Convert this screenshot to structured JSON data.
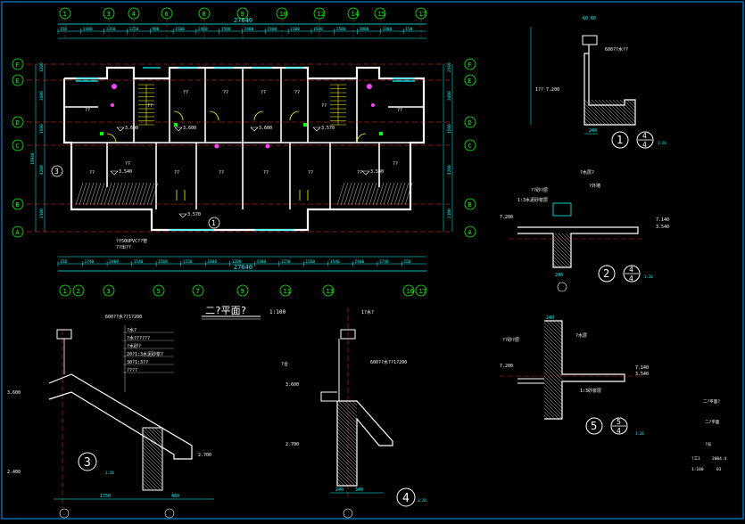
{
  "plan": {
    "overall_dim": "27640",
    "axes_top": [
      "1",
      "3",
      "4",
      "6",
      "8",
      "9",
      "10",
      "12",
      "14",
      "15",
      "17"
    ],
    "axes_bottom": [
      "1",
      "2",
      "3",
      "5",
      "7",
      "9",
      "11",
      "13",
      "16",
      "17"
    ],
    "axes_side": [
      "F",
      "E",
      "D",
      "C",
      "B",
      "A"
    ],
    "dims_top": [
      "150",
      "2300",
      "1350",
      "1250",
      "900",
      "1500",
      "2400",
      "1500",
      "2400",
      "2300",
      "2100",
      "1500",
      "2500",
      "2000",
      "3300",
      "150"
    ],
    "dims_bottom": [
      "150",
      "1740",
      "2400",
      "1540",
      "1560",
      "1150",
      "3300",
      "1200",
      "3300",
      "1150",
      "1560",
      "1540",
      "2400",
      "1740",
      "150"
    ],
    "side_dims_left": [
      "1200",
      "3400",
      "1500",
      "4200",
      "2100",
      "15940"
    ],
    "side_dims_right": [
      "2500",
      "3400",
      "1500",
      "4200",
      "2100"
    ],
    "room_labels": [
      "??",
      "??",
      "??",
      "??",
      "??",
      "??",
      "??",
      "??",
      "??",
      "??",
      "??",
      "??",
      "??",
      "??",
      "??",
      "??"
    ],
    "elevations": [
      "3.600",
      "3.570",
      "3.540",
      "3.540",
      "3.570",
      "3.600",
      "3.600"
    ],
    "title": "二?平面?",
    "scale": "1:100",
    "note_pvc": "?f50UPVC??管",
    "note_out": "??出??"
  },
  "details": {
    "d1": {
      "num": "1",
      "frac_top": "4",
      "frac_bot": "4",
      "scale": "1:20",
      "labels": [
        "60 60",
        "??",
        "600??水??",
        "1?? 7.200",
        "?? 7.200",
        "240"
      ]
    },
    "d2": {
      "num": "2",
      "frac_top": "4",
      "frac_bot": "4",
      "scale": "1:20",
      "labels": [
        "??砂?层",
        "?水层?",
        "1:3水泥砂浆层",
        "?外墙",
        "7.200",
        "7.140",
        "3.540",
        "240"
      ]
    },
    "d3": {
      "num": "3",
      "scale": "1:20",
      "labels": [
        "600??水??1?200",
        "?水?",
        "?水??????",
        "?水砂?",
        "20?1:3水泥砂浆?",
        "30?1:3??",
        "????",
        "3.600",
        "2.700",
        "2.400",
        "1750",
        "460"
      ]
    },
    "d4": {
      "num": "4",
      "scale": "1:20",
      "labels": [
        "1?水?",
        "?合",
        "600??水??1?200",
        "3.600",
        "2.700",
        "340",
        "240"
      ]
    },
    "d5": {
      "num": "5",
      "frac_top": "5",
      "frac_bot": "4",
      "scale": "1:20",
      "labels": [
        "??砂?层",
        "?水层",
        "1:3砂浆层",
        "7.200",
        "7.140",
        "3.540",
        "240"
      ]
    }
  },
  "titleblock": [
    "二?平面?",
    "二?平面",
    "?号",
    "?工1",
    "2004.4",
    "1:100",
    "03"
  ]
}
